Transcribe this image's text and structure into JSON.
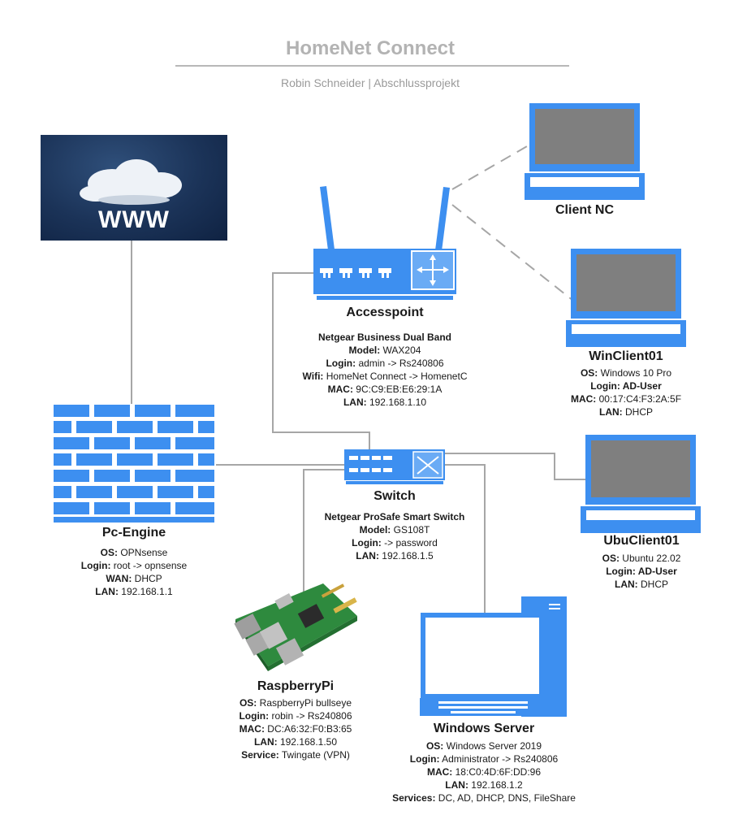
{
  "header": {
    "title": "HomeNet Connect",
    "subtitle": "Robin Schneider | Abschlussprojekt"
  },
  "internet": {
    "label": "WWW"
  },
  "colors": {
    "device_blue": "#3d8ff0",
    "line_gray": "#a6a6a6",
    "screen_gray": "#7f7f7f"
  },
  "accesspoint": {
    "label": "Accesspoint",
    "lines": [
      {
        "k": "",
        "v": "Netgear  Business  Dual Band",
        "bold": true
      },
      {
        "k": "Model:",
        "v": " WAX204"
      },
      {
        "k": "Login:",
        "v": " admin -> Rs240806"
      },
      {
        "k": "Wifi:",
        "v": " HomeNet Connect -> HomenetC"
      },
      {
        "k": "MAC:",
        "v": " 9C:C9:EB:E6:29:1A"
      },
      {
        "k": "LAN:",
        "v": " 192.168.1.10"
      }
    ]
  },
  "client_nc": {
    "label": "Client NC"
  },
  "winclient": {
    "label": "WinClient01",
    "lines": [
      {
        "k": "OS:",
        "v": " Windows 10 Pro"
      },
      {
        "k": "Login:",
        "v": " AD-User",
        "bold": true
      },
      {
        "k": "MAC:",
        "v": " 00:17:C4:F3:2A:5F"
      },
      {
        "k": "LAN:",
        "v": " DHCP"
      }
    ]
  },
  "pcengine": {
    "label": "Pc-Engine",
    "lines": [
      {
        "k": "OS:",
        "v": " OPNsense"
      },
      {
        "k": "Login:",
        "v": " root -> opnsense"
      },
      {
        "k": "WAN:",
        "v": " DHCP"
      },
      {
        "k": "LAN:",
        "v": " 192.168.1.1"
      }
    ]
  },
  "switch": {
    "label": "Switch",
    "lines": [
      {
        "k": "",
        "v": "Netgear ProSafe Smart Switch",
        "bold": true
      },
      {
        "k": "Model:",
        "v": " GS108T"
      },
      {
        "k": "Login:",
        "v": " -> password"
      },
      {
        "k": "LAN:",
        "v": " 192.168.1.5"
      }
    ]
  },
  "ubuclient": {
    "label": "UbuClient01",
    "lines": [
      {
        "k": "OS:",
        "v": " Ubuntu 22.02"
      },
      {
        "k": "Login:",
        "v": " AD-User",
        "bold": true
      },
      {
        "k": "LAN:",
        "v": " DHCP"
      }
    ]
  },
  "raspberry": {
    "label": "RaspberryPi",
    "lines": [
      {
        "k": "OS:",
        "v": " RaspberryPi bullseye"
      },
      {
        "k": "Login:",
        "v": " robin -> Rs240806"
      },
      {
        "k": "MAC:",
        "v": " DC:A6:32:F0:B3:65"
      },
      {
        "k": "LAN:",
        "v": " 192.168.1.50"
      },
      {
        "k": "Service:",
        "v": " Twingate (VPN)"
      }
    ]
  },
  "server": {
    "label": "Windows Server",
    "lines": [
      {
        "k": "OS:",
        "v": " Windows Server 2019"
      },
      {
        "k": "Login:",
        "v": " Administrator -> Rs240806"
      },
      {
        "k": "MAC:",
        "v": " 18:C0:4D:6F:DD:96"
      },
      {
        "k": "LAN:",
        "v": " 192.168.1.2"
      },
      {
        "k": "Services:",
        "v": " DC, AD, DHCP, DNS, FileShare"
      }
    ]
  }
}
